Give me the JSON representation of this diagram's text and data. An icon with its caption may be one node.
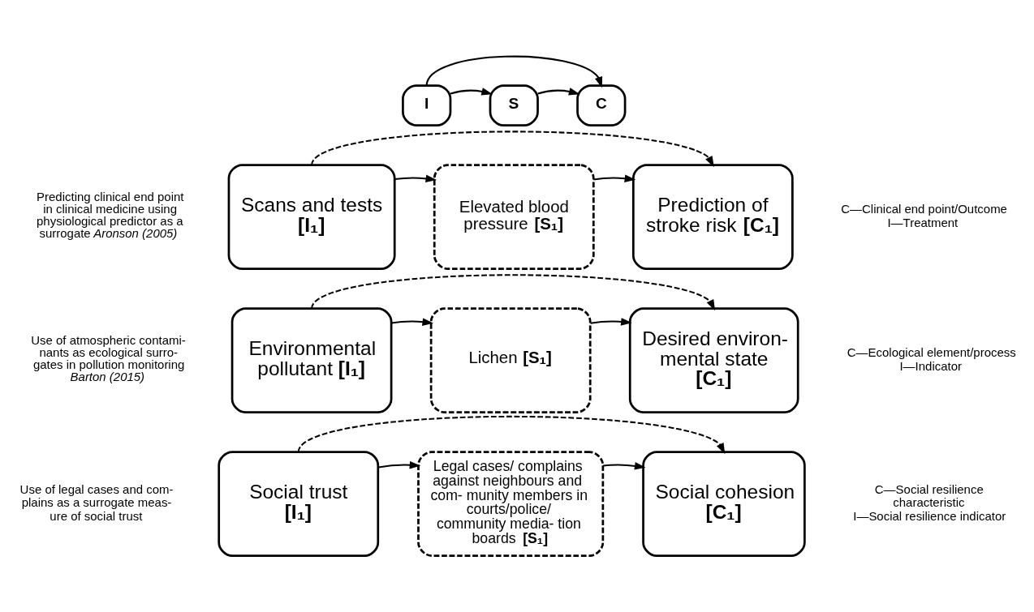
{
  "diagram": {
    "nodes": [
      {
        "text": [
          "**I**"
        ]
      },
      {
        "text": [
          "**S**"
        ]
      },
      {
        "text": [
          "**C**"
        ]
      },
      {
        "text": [
          "Scans and tests **[I₁]**"
        ]
      },
      {
        "text": [
          "Elevated blood pressure **[S₁]**"
        ]
      },
      {
        "text": [
          "Prediction of stroke risk **[C₁]**"
        ]
      },
      {
        "text": [
          "Environmental pollutant **[I₁]**"
        ]
      },
      {
        "text": [
          "Lichen **[S₁]**"
        ]
      },
      {
        "text": [
          "Desired environ- mental state **[C₁]**"
        ]
      },
      {
        "text": [
          "Social trust **[I₁]**"
        ]
      },
      {
        "text": [
          "Legal cases/ complains against neighbours and com- munity members in courts/police/ community media- tion boards **[S₁]**"
        ]
      },
      {
        "text": [
          "Social cohesion **[C₁]**"
        ]
      }
    ],
    "edges": [
      {
        "from": 0,
        "to": 1,
        "arrow": "to"
      },
      {
        "from": 1,
        "to": 2,
        "arrow": "to"
      },
      {
        "from": 0,
        "to": 2,
        "arrow": "to"
      },
      {
        "from": 3,
        "to": 5,
        "arrow": "to",
        "style": "dashed"
      },
      {
        "from": 3,
        "to": 4,
        "arrow": "to"
      },
      {
        "from": 4,
        "to": 5,
        "arrow": "to"
      },
      {
        "from": 6,
        "to": 8,
        "arrow": "to",
        "style": "dashed"
      },
      {
        "from": 6,
        "to": 7,
        "arrow": "to"
      },
      {
        "from": 7,
        "to": 8,
        "arrow": "to"
      },
      {
        "from": 9,
        "to": 11,
        "arrow": "to",
        "style": "dashed"
      },
      {
        "from": 9,
        "to": 10,
        "arrow": "to"
      },
      {
        "from": 10,
        "to": 11,
        "arrow": "to"
      }
    ],
    "labels": [
      "Predicting clinical end point in clinical medicine using physiological predictor as a surrogate *Aronson (2005)*",
      "C—Clinical end point/Outcome",
      "I—Treatment",
      "Use of atmospheric contami- nants as ecological surro- gates in pollution monitoring *Barton (2015)*",
      "C—Ecological element/process",
      "I—Indicator",
      "Use of legal cases and com- plains as a surrogate meas- ure of social trust",
      "C—Social resilience characteristic",
      "I—Social resilience indicator"
    ]
  }
}
